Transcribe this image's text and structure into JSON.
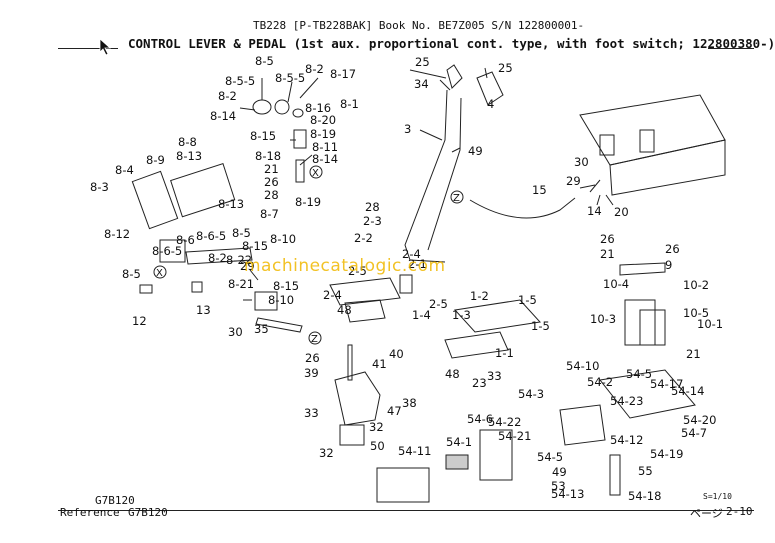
{
  "header": {
    "model_line": "TB228  [P-TB228BAK]  Book No. BE7Z005  S/N 122800001-",
    "title": "CONTROL LEVER & PEDAL (1st aux. proportional cont. type, with foot switch; 122800380-)"
  },
  "watermark": "machinecatalogic.com",
  "callouts": [
    "8-5",
    "8-5-5",
    "8-5-5",
    "8-2",
    "8-17",
    "8-2",
    "8-16",
    "8-1",
    "8-14",
    "8-20",
    "8-15",
    "8-19",
    "8-11",
    "8-8",
    "8-18",
    "8-14",
    "8-13",
    "8-9",
    "21",
    "26",
    "8-4",
    "8-3",
    "28",
    "8-13",
    "8-7",
    "8-19",
    "8-12",
    "8-6",
    "8-6-5",
    "8-6-5",
    "8-5",
    "8-10",
    "8-15",
    "8-2",
    "8-22",
    "8-5",
    "29",
    "8-15",
    "8-21",
    "13",
    "8-10",
    "12",
    "30",
    "35",
    "25",
    "34",
    "25",
    "4",
    "3",
    "49",
    "28",
    "2-3",
    "2-2",
    "2-4",
    "2-1",
    "2-5",
    "48",
    "2-4",
    "2-5",
    "1-4",
    "1-2",
    "1-5",
    "1-3",
    "1-5",
    "1-1",
    "48",
    "23",
    "33",
    "15",
    "29",
    "30",
    "14",
    "20",
    "26",
    "21",
    "26",
    "9",
    "10-4",
    "10-2",
    "10-5",
    "10-3",
    "10-1",
    "21",
    "26",
    "39",
    "41",
    "40",
    "38",
    "47",
    "33",
    "32",
    "32",
    "50",
    "54-11",
    "54-10",
    "54-2",
    "54-5",
    "54-17",
    "54-14",
    "54-3",
    "54-23",
    "54-22",
    "54-21",
    "54-20",
    "54-7",
    "54-6",
    "54-1",
    "54-5",
    "54-12",
    "54-19",
    "55",
    "49",
    "53",
    "54-13",
    "54-18"
  ],
  "z_marker": "Z",
  "x_marker": "X",
  "footer": {
    "code_upper": "G7B120",
    "reference_label": "Reference",
    "code_lower": "G7B120",
    "scale_note": "S=1/10",
    "page_label": "ページ",
    "page_number": "2-10"
  },
  "colors": {
    "ink": "#111111",
    "watermark": "#f0b800",
    "paper": "#ffffff"
  }
}
